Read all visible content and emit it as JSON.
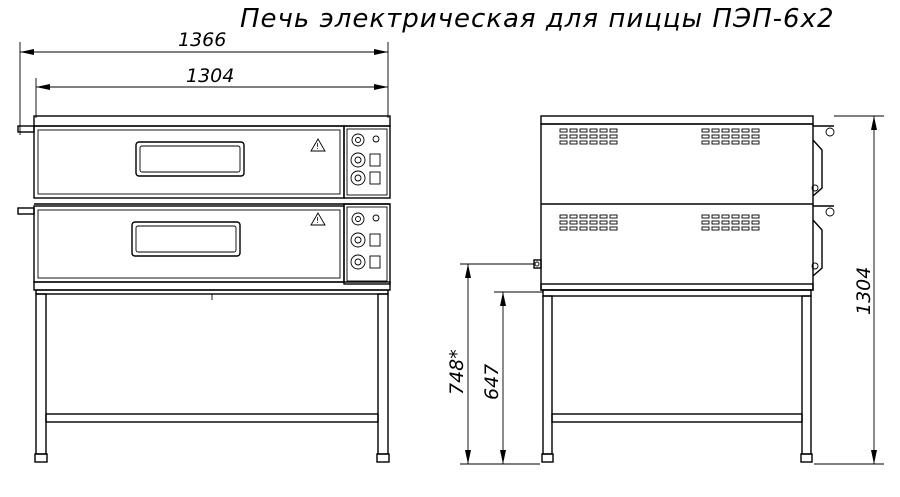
{
  "title": "Печь электрическая для пиццы ПЭП-6х2",
  "dimensions": {
    "overall_width": "1366",
    "body_width": "1304",
    "height": "1304",
    "work_height": "748*",
    "stand_height": "647"
  },
  "icons": {
    "warning": "warning-triangle-icon",
    "knob": "control-knob-icon"
  },
  "colors": {
    "line": "#000000",
    "background": "#ffffff"
  }
}
